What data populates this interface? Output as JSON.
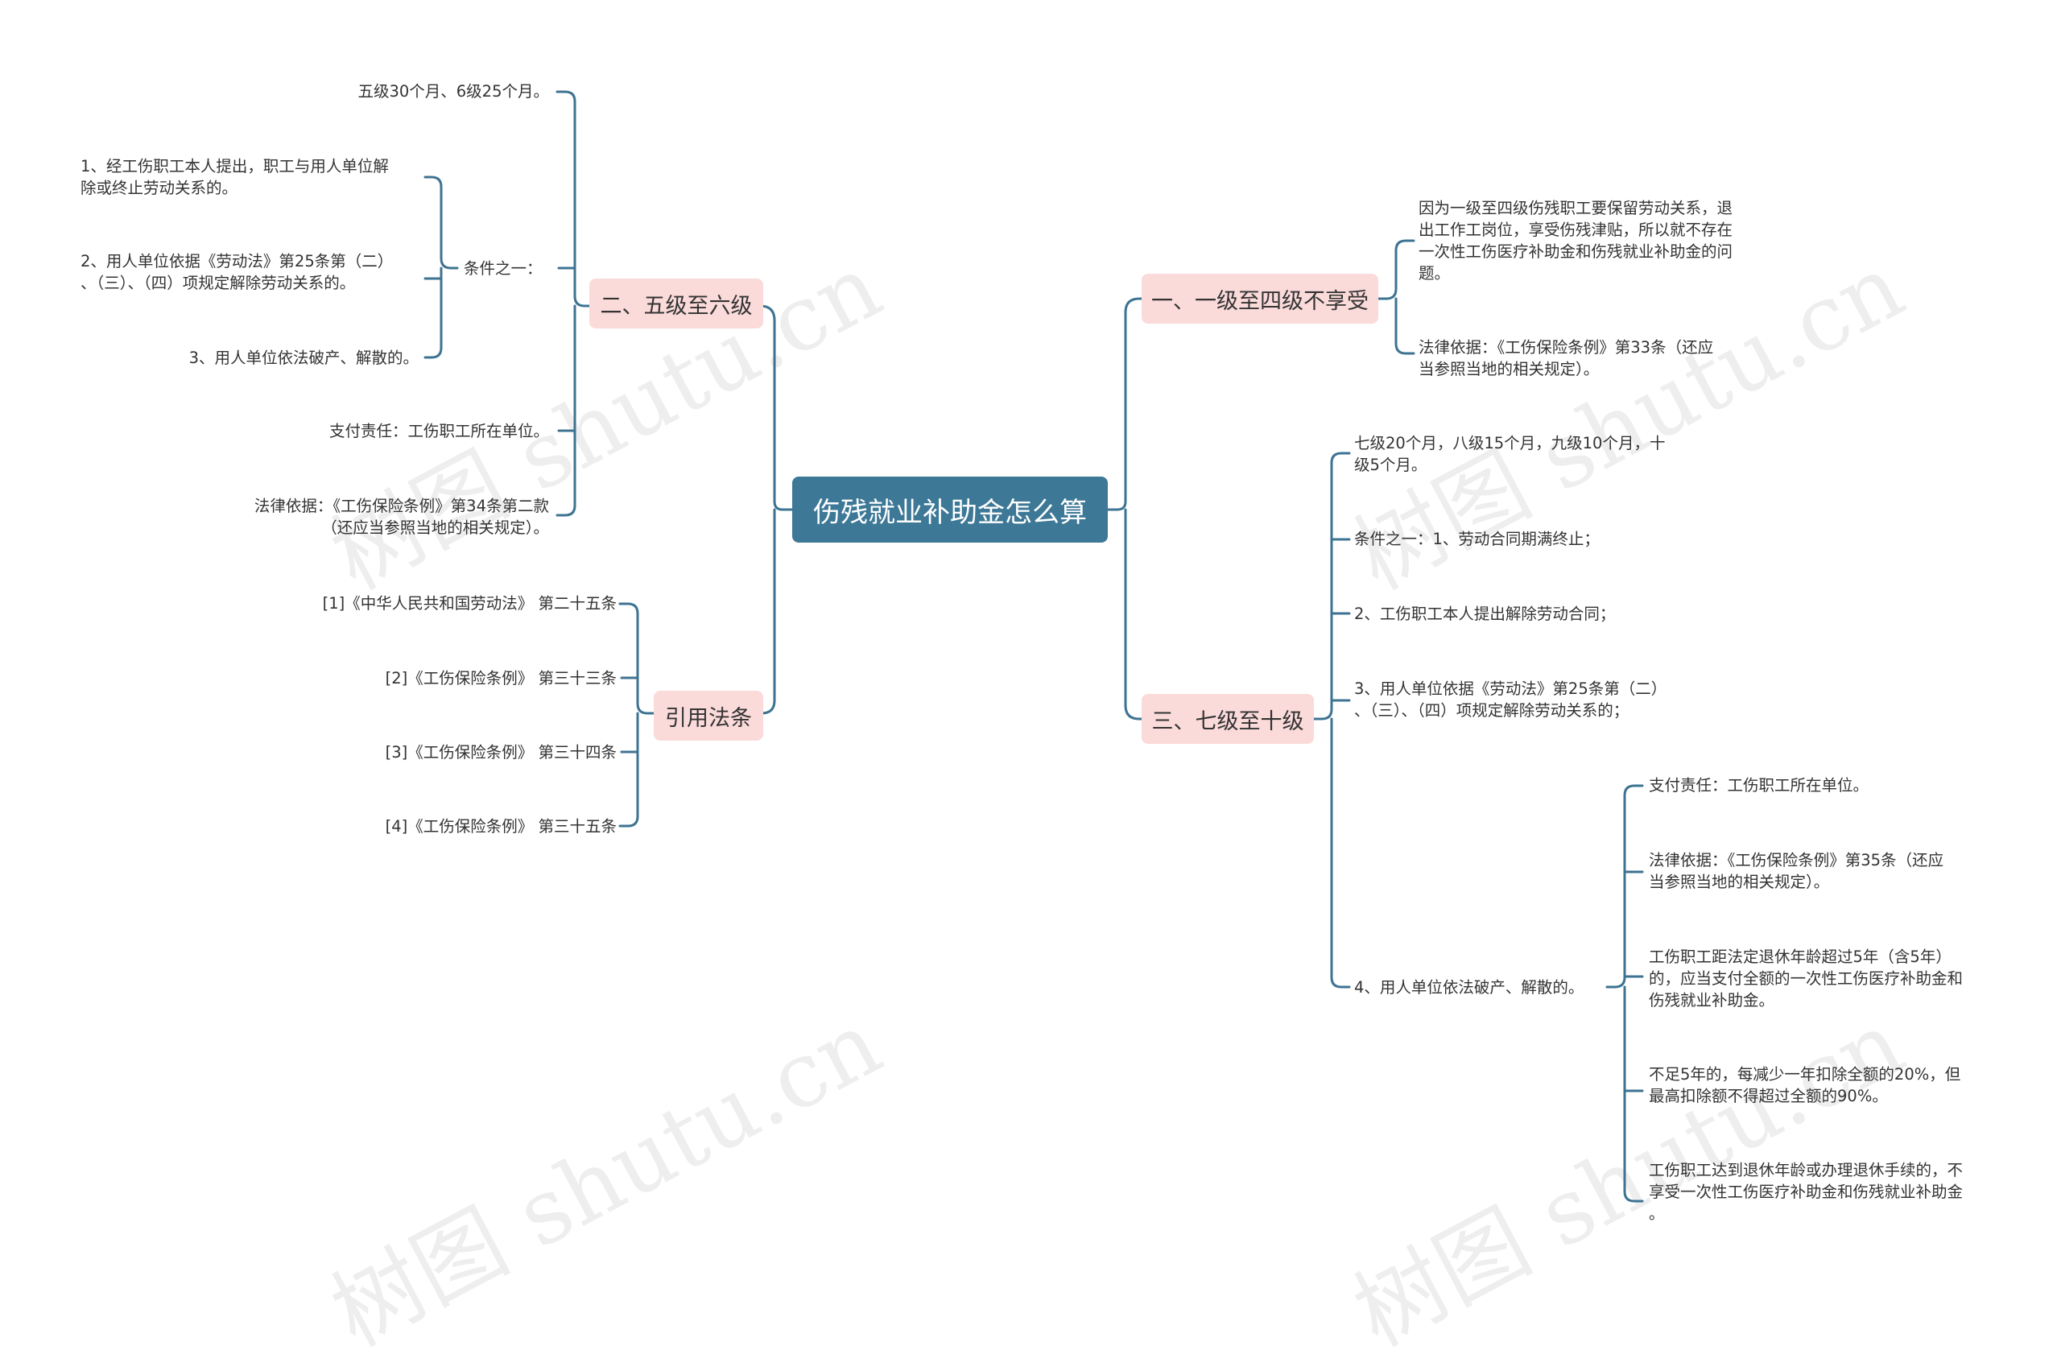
{
  "root": {
    "label": "伤残就业补助金怎么算"
  },
  "left": {
    "grade5_6": {
      "label": "二、五级至六级",
      "months": "五级30个月、6级25个月。",
      "condition_label": "条件之一：",
      "conditions": [
        [
          "1、经工伤职工本人提出，职工与用人单位解",
          "除或终止劳动关系的。"
        ],
        [
          "2、用人单位依据《劳动法》第25条第（二）",
          "、（三）、（四）项规定解除劳动关系的。"
        ],
        [
          "3、用人单位依法破产、解散的。"
        ]
      ],
      "payer": "支付责任：工伤职工所在单位。",
      "legal": [
        "法律依据：《工伤保险条例》第34条第二款",
        "（还应当参照当地的相关规定）。"
      ]
    },
    "citations": {
      "label": "引用法条",
      "items": [
        "[1]《中华人民共和国劳动法》 第二十五条",
        "[2]《工伤保险条例》 第三十三条",
        "[3]《工伤保险条例》 第三十四条",
        "[4]《工伤保险条例》 第三十五条"
      ]
    }
  },
  "right": {
    "grade1_4": {
      "label": "一、一级至四级不享受",
      "reason": [
        "因为一级至四级伤残职工要保留劳动关系，退",
        "出工作工岗位，享受伤残津贴，所以就不存在",
        "一次性工伤医疗补助金和伤残就业补助金的问",
        "题。"
      ],
      "legal": [
        "法律依据：《工伤保险条例》第33条（还应",
        "当参照当地的相关规定）。"
      ]
    },
    "grade7_10": {
      "label": "三、七级至十级",
      "months": [
        "七级20个月，八级15个月，九级10个月，十",
        "级5个月。"
      ],
      "cond1": "条件之一：1、劳动合同期满终止；",
      "cond2": "2、工伤职工本人提出解除劳动合同；",
      "cond3": [
        "3、用人单位依据《劳动法》第25条第（二）",
        "、（三）、（四）项规定解除劳动关系的；"
      ],
      "cond4": "4、用人单位依法破产、解散的。",
      "sub": {
        "payer": "支付责任：工伤职工所在单位。",
        "legal": [
          "法律依据：《工伤保险条例》第35条（还应",
          "当参照当地的相关规定）。"
        ],
        "over5": [
          "工伤职工距法定退休年龄超过5年（含5年）",
          "的，应当支付全额的一次性工伤医疗补助金和",
          "伤残就业补助金。"
        ],
        "under5": [
          "不足5年的，每减少一年扣除全额的20%，但",
          "最高扣除额不得超过全额的90%。"
        ],
        "retired": [
          "工伤职工达到退休年龄或办理退休手续的，不",
          "享受一次性工伤医疗补助金和伤残就业补助金",
          "。"
        ]
      }
    }
  },
  "watermark": "树图 shutu.cn",
  "colors": {
    "root_bg": "#3d7897",
    "branch_bg": "#fbdada",
    "line": "#3d7392",
    "text": "#333333"
  }
}
